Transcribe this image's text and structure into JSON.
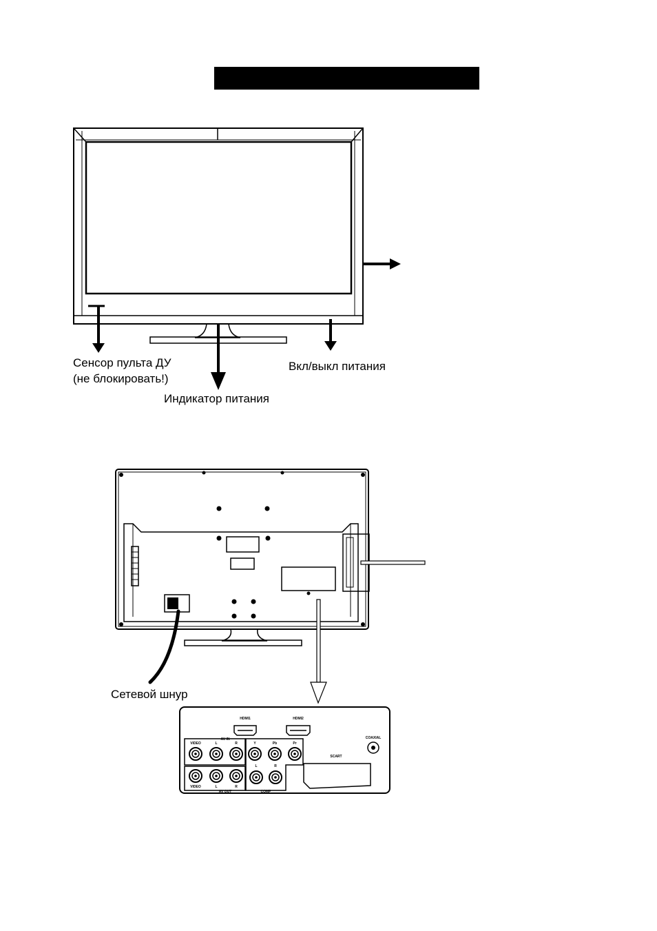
{
  "front_view": {
    "labels": {
      "remote_sensor_line1": "Сенсор пульта ДУ",
      "remote_sensor_line2": "(не блокировать!)",
      "power_indicator": "Индикатор питания",
      "power_switch": "Вкл/выкл питания"
    }
  },
  "back_view": {
    "labels": {
      "power_cord": "Сетевой шнур"
    }
  },
  "port_panel": {
    "hdmi1": "HDMI1",
    "hdmi2": "HDMI2",
    "coaxial": "COAXIAL",
    "av_in": "AV IN",
    "av_out": "AV OUT",
    "video_in": "VIDEO",
    "l_in": "L",
    "r_in": "R",
    "video_out": "VIDEO",
    "l_out": "L",
    "r_out": "R",
    "y": "Y",
    "pb": "Pb",
    "pr": "Pr",
    "comp_l": "L",
    "comp_r": "R",
    "comp": "COMP",
    "scart": "SCART"
  }
}
